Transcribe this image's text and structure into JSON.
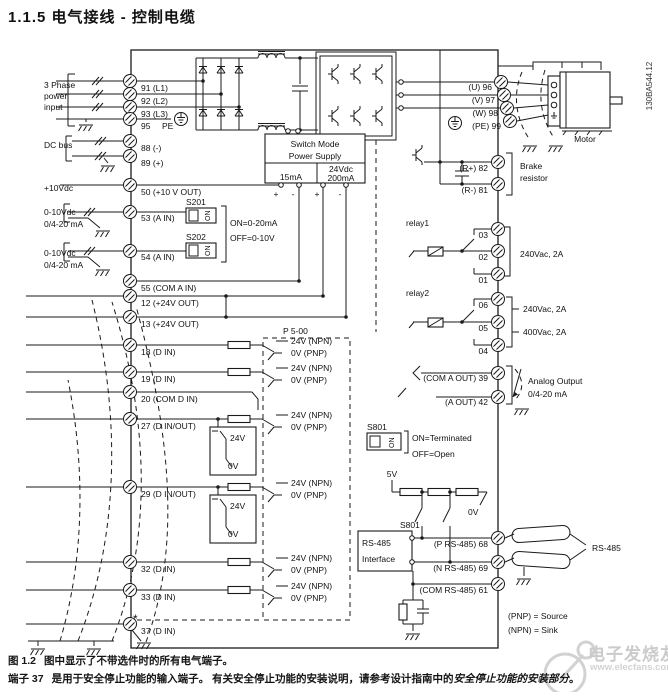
{
  "title": "1.1.5 电气接线 - 控制电缆",
  "side_code": "130BA544.12",
  "captions": {
    "fig_label": "图 1.2",
    "fig_text": "图中显示了不带选件时的所有电气端子。",
    "note_label": "端子 37",
    "note_text_a": "是用于安全停止功能的输入端子。 有关安全停止功能的安装说明，请参考设计指南中的",
    "note_text_b": "安全停止功能的安装部分",
    "note_text_c": "。"
  },
  "watermark": {
    "brand": "电子发烧友",
    "site": "www.elecfans.com"
  },
  "left_labels": {
    "phase_1": "3 Phase",
    "phase_2": "power",
    "phase_3": "input",
    "dc_bus": "DC bus",
    "p10v": "+10Vdc",
    "ai53_v": "0-10Vdc",
    "ai53_ma": "0/4-20 mA",
    "ai54_v": "0-10Vdc",
    "ai54_ma": "0/4-20 mA"
  },
  "pe_label": "PE",
  "terminals_left": [
    "91 (L1)",
    "92 (L2)",
    "93 (L3)",
    "95",
    "88 (-)",
    "89 (+)",
    "50 (+10 V OUT)",
    "53 (A IN)",
    "54 (A IN)",
    "55 (COM A IN)",
    "12 (+24V OUT)",
    "13 (+24V OUT)",
    "18 (D IN)",
    "19 (D IN)",
    "20  (COM D IN)",
    "27  (D IN/OUT)",
    "29  (D IN/OUT)",
    "32 (D IN)",
    "33 (D IN)",
    "37 (D IN)"
  ],
  "terminals_right": {
    "u": "(U) 96",
    "v": "(V) 97",
    "w": "(W) 98",
    "pe": "(PE) 99",
    "rp": "(R+) 82",
    "rm": "(R-) 81",
    "r1_3": "03",
    "r1_2": "02",
    "r1_1": "01",
    "r2_6": "06",
    "r2_5": "05",
    "r2_4": "04",
    "aout_com": "(COM A OUT) 39",
    "aout": "(A OUT) 42",
    "rs_p": "(P RS-485) 68",
    "rs_n": "(N RS-485) 69",
    "rs_com": "(COM RS-485) 61"
  },
  "smps": {
    "line1": "Switch Mode",
    "line2": "Power Supply",
    "v": "24Vdc",
    "i1": "15mA",
    "i2": "200mA",
    "plus": "+",
    "minus": "-"
  },
  "switches": {
    "s201": "S201",
    "s202": "S202",
    "on": "ON",
    "mode_on": "ON=0-20mA",
    "mode_off": "OFF=0-10V",
    "s801": "S801",
    "term_on": "ON=Terminated",
    "term_off": "OFF=Open"
  },
  "digital": {
    "param": "P 5-00",
    "npn": "24V (NPN)",
    "pnp": "0V (PNP)",
    "v24": "24V",
    "v0": "0V",
    "star": "*"
  },
  "right_labels": {
    "motor": "Motor",
    "brake_1": "Brake",
    "brake_2": "resistor",
    "relay1": "relay1",
    "relay2": "relay2",
    "r1_rating": "240Vac, 2A",
    "r2_rating_a": "240Vac, 2A",
    "r2_rating_b": "400Vac, 2A",
    "aout_1": "Analog Output",
    "aout_2": "0/4-20 mA",
    "rs485": "RS-485",
    "rs485_if_1": "RS-485",
    "rs485_if_2": "Interface",
    "pnp_source": "(PNP) = Source",
    "npn_sink": "(NPN) = Sink",
    "v5": "5V",
    "v0": "0V"
  }
}
